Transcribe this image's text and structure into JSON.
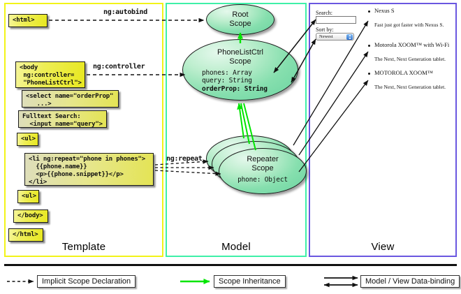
{
  "panels": {
    "template": {
      "label": "Template",
      "border_color": "#f2f318"
    },
    "model": {
      "label": "Model",
      "border_color": "#3ff0a8"
    },
    "view": {
      "label": "View",
      "border_color": "#6a57e0"
    }
  },
  "template_code": {
    "html_open": "<html>",
    "body_open": "<body\n ng:controller=\n \"PhoneListCtrl\">",
    "select": "<select name=\"orderProp\"\n   ...>",
    "fulltext": "Fulltext Search:\n  <input name=\"query\">",
    "ul_open": "<ul>",
    "li_repeat": "<li ng:repeat=\"phone in phones\">\n  {{phone.name}}\n  <p>{{phone.snippet}}</p>\n</li>",
    "ul_close": "<ul>",
    "body_close": "</body>",
    "html_close": "</html>"
  },
  "connectors": {
    "autobind": "ng:autobind",
    "controller": "ng:controller",
    "repeat": "ng:repeat"
  },
  "model": {
    "root_scope": {
      "line1": "Root",
      "line2": "Scope"
    },
    "ctrl_scope": {
      "line1": "PhoneListCtrl",
      "line2": "Scope",
      "props": [
        "phones: Array",
        "query: String",
        "orderProp: String"
      ],
      "bold_prop": "orderProp: String"
    },
    "repeater_scope": {
      "line1": "Repeater",
      "line2": "Scope",
      "props": [
        "phone: Object"
      ]
    }
  },
  "view": {
    "search_label": "Search:",
    "search_value": "",
    "sort_label": "Sort by:",
    "sort_value": "Newest",
    "phones": [
      {
        "name": "Nexus S",
        "snippet": "Fast just got faster with Nexus S."
      },
      {
        "name": "Motorola XOOM™  with Wi-Fi",
        "snippet": "The Next, Next Generation tablet."
      },
      {
        "name": "MOTOROLA XOOM™",
        "snippet": "The Next, Next Generation tablet."
      }
    ]
  },
  "legend": {
    "implicit": "Implicit Scope Declaration",
    "inheritance": "Scope Inheritance",
    "databinding": "Model / View Data-binding",
    "inheritance_color": "#00e500"
  }
}
